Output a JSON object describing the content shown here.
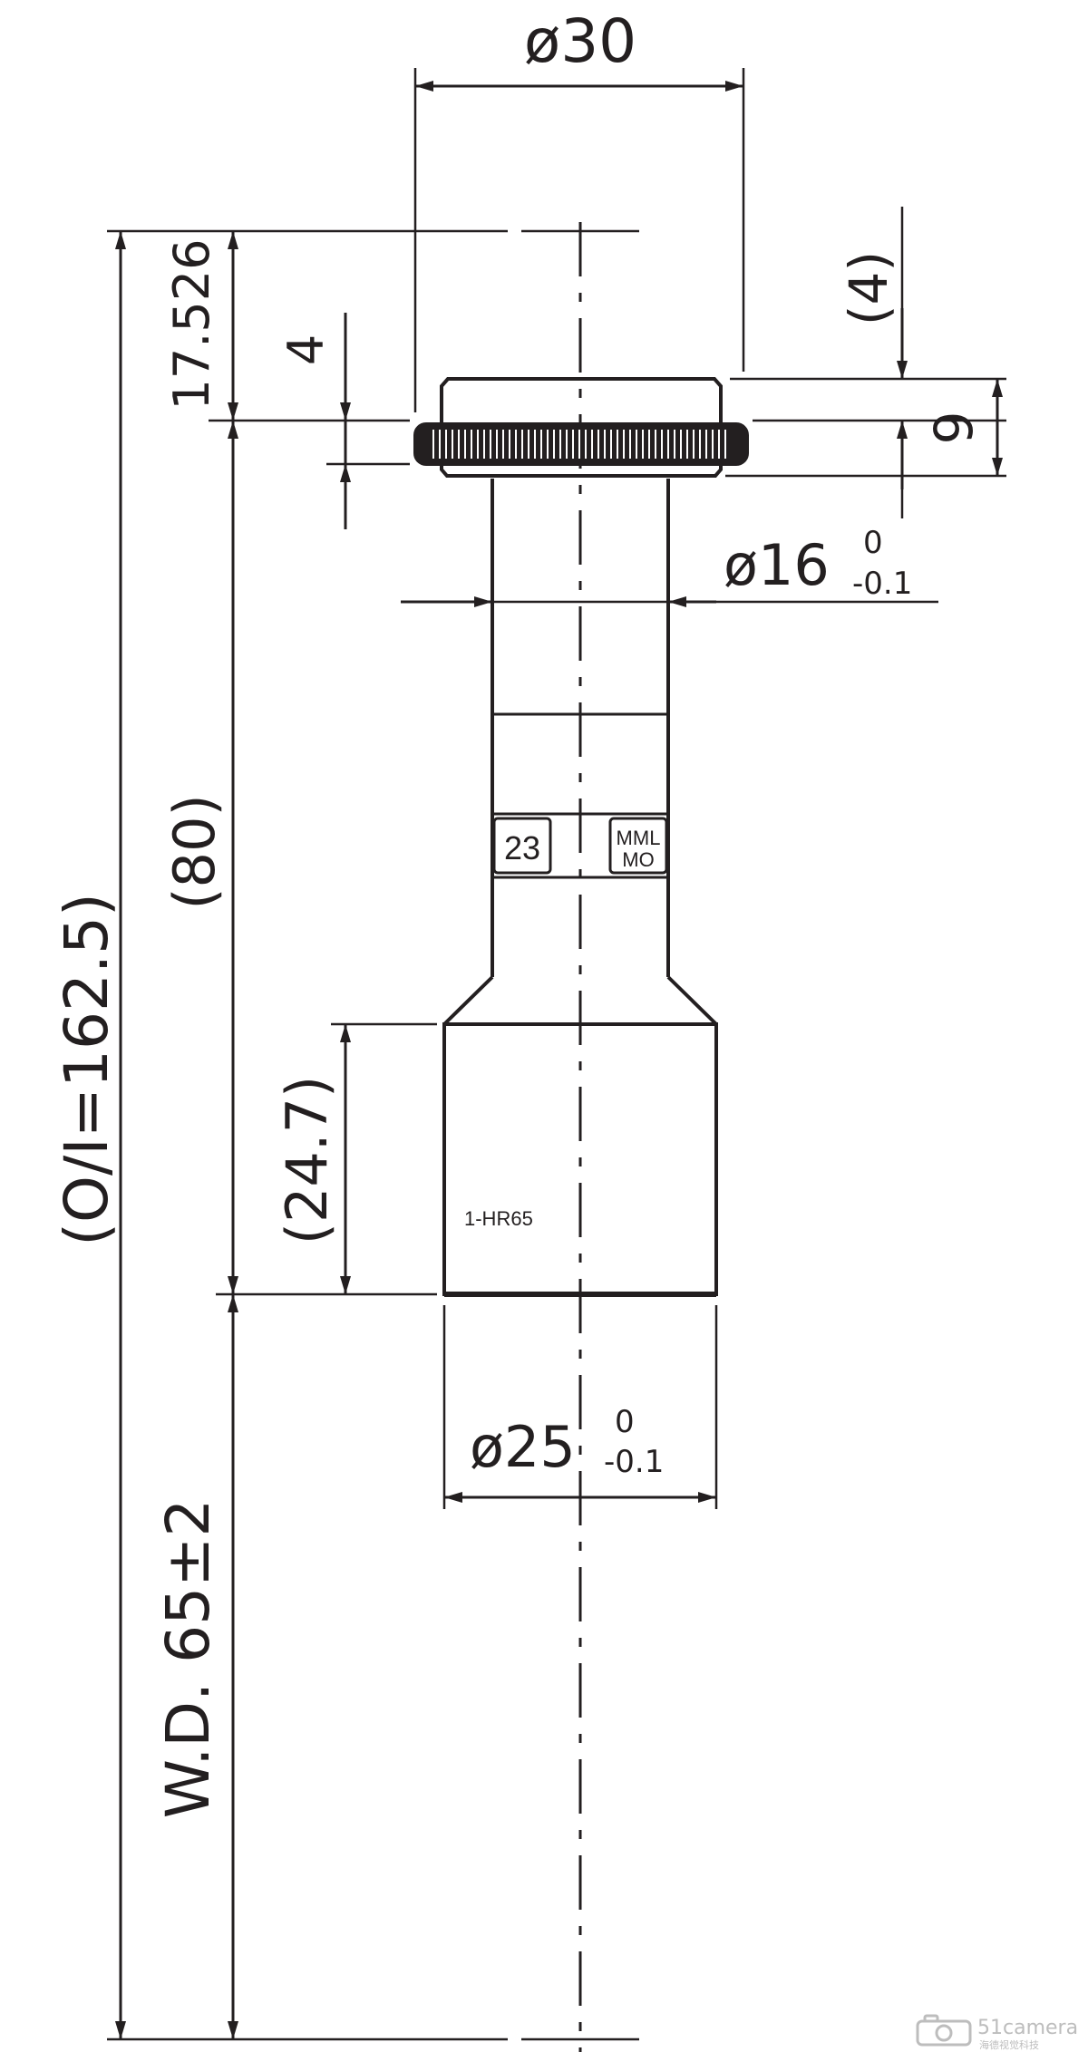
{
  "dimensions": {
    "top_diameter": "ø30",
    "oi_total": "(O/I=162.5)",
    "mount_height": "17.526",
    "ring_height": "4",
    "top_offset": "(4)",
    "flange_height": "9",
    "tube_diameter": "ø16",
    "tube_tol_upper": "0",
    "tube_tol_lower": "-0.1",
    "body_length": "(80)",
    "front_length": "(24.7)",
    "front_diameter": "ø25",
    "front_tol_upper": "0",
    "front_tol_lower": "-0.1",
    "working_distance": "W.D. 65±2"
  },
  "labels": {
    "magnification": "23",
    "brand_line1": "MML",
    "brand_line2": "MO",
    "model": "1-HR65"
  },
  "watermark": {
    "brand": "51camera",
    "tagline": "海德视觉科技"
  },
  "colors": {
    "ink": "#231f20",
    "watermark": "#bdbdbd"
  }
}
